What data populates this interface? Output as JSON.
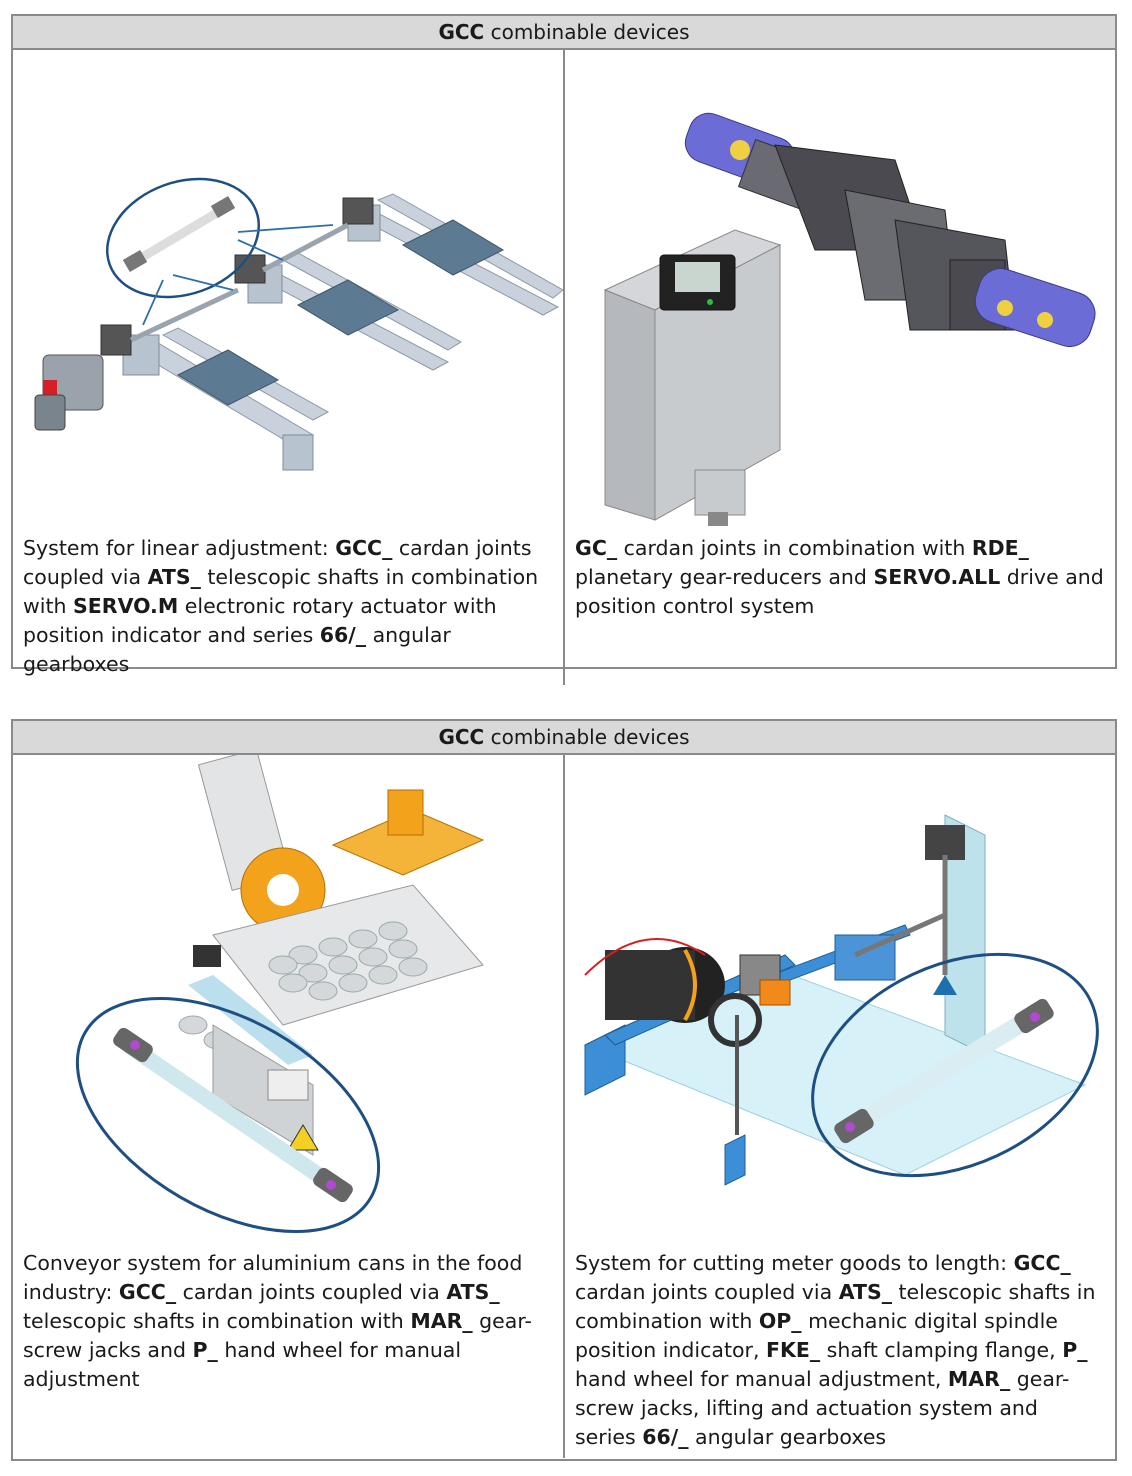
{
  "tables": [
    {
      "header": {
        "bold": "GCC",
        "rest": " combinable devices"
      },
      "cells": [
        {
          "image_name": "linear-adjustment-system-image",
          "caption": [
            {
              "t": "System for linear adjustment: ",
              "b": false
            },
            {
              "t": "GCC_",
              "b": true
            },
            {
              "t": " cardan joints coupled via ",
              "b": false
            },
            {
              "t": "ATS_",
              "b": true
            },
            {
              "t": " telescopic shafts in combination with ",
              "b": false
            },
            {
              "t": "SERVO.M",
              "b": true
            },
            {
              "t": " electronic rotary actuator with position indicator and series ",
              "b": false
            },
            {
              "t": "66/_",
              "b": true
            },
            {
              "t": " angular gearboxes",
              "b": false
            }
          ]
        },
        {
          "image_name": "gear-reducer-servo-image",
          "caption": [
            {
              "t": "GC_",
              "b": true
            },
            {
              "t": " cardan joints in combination with ",
              "b": false
            },
            {
              "t": "RDE_",
              "b": true
            },
            {
              "t": " planetary gear-reducers and ",
              "b": false
            },
            {
              "t": "SERVO.ALL",
              "b": true
            },
            {
              "t": " drive and position control system",
              "b": false
            }
          ]
        }
      ]
    },
    {
      "header": {
        "bold": "GCC",
        "rest": " combinable devices"
      },
      "cells": [
        {
          "image_name": "conveyor-system-image",
          "caption": [
            {
              "t": "Conveyor system for aluminium cans in the food industry: ",
              "b": false
            },
            {
              "t": "GCC_",
              "b": true
            },
            {
              "t": " cardan joints coupled via ",
              "b": false
            },
            {
              "t": "ATS_",
              "b": true
            },
            {
              "t": " telescopic shafts in combination with ",
              "b": false
            },
            {
              "t": "MAR_",
              "b": true
            },
            {
              "t": " gear-screw jacks and ",
              "b": false
            },
            {
              "t": "P_",
              "b": true
            },
            {
              "t": " hand wheel for manual adjustment",
              "b": false
            }
          ]
        },
        {
          "image_name": "cutting-system-image",
          "caption": [
            {
              "t": "System for cutting meter goods to length: ",
              "b": false
            },
            {
              "t": "GCC_",
              "b": true
            },
            {
              "t": " cardan joints coupled via ",
              "b": false
            },
            {
              "t": "ATS_",
              "b": true
            },
            {
              "t": " telescopic shafts in combination with ",
              "b": false
            },
            {
              "t": "OP_",
              "b": true
            },
            {
              "t": " mechanic digital spindle position indicator, ",
              "b": false
            },
            {
              "t": "FKE_",
              "b": true
            },
            {
              "t": " shaft clamping flange, ",
              "b": false
            },
            {
              "t": "P_",
              "b": true
            },
            {
              "t": " hand wheel for manual adjustment, ",
              "b": false
            },
            {
              "t": "MAR_",
              "b": true
            },
            {
              "t": " gear-screw jacks, lifting and actuation system and series ",
              "b": false
            },
            {
              "t": "66/_",
              "b": true
            },
            {
              "t": " angular gearboxes",
              "b": false
            }
          ]
        }
      ]
    }
  ]
}
